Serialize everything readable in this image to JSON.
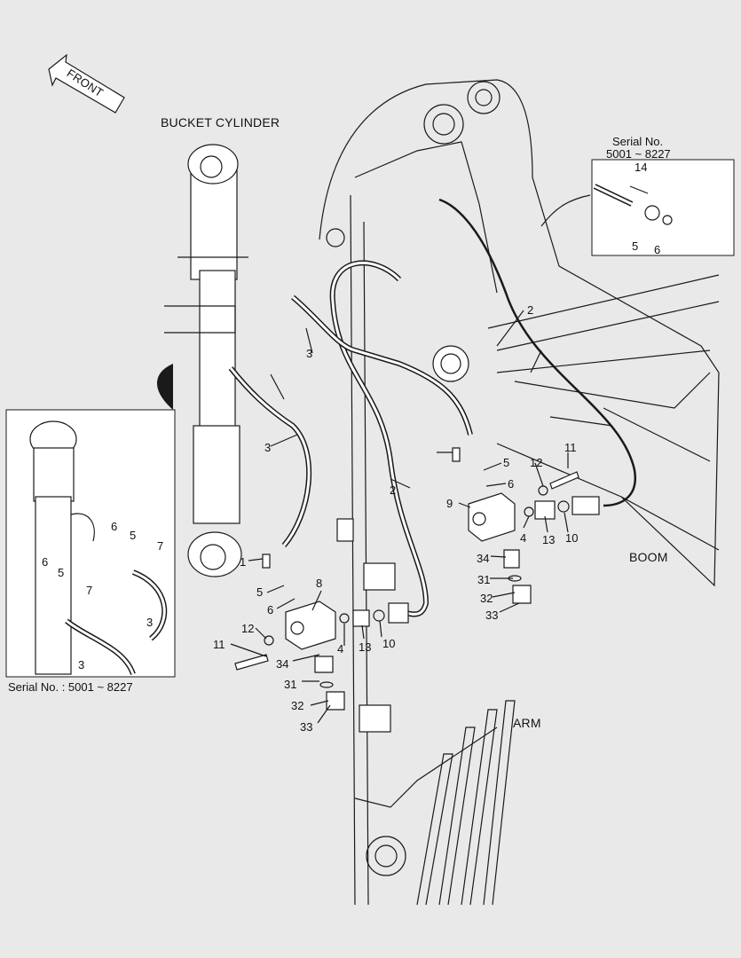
{
  "labels": {
    "front": "FRONT",
    "bucket_cylinder": "BUCKET CYLINDER",
    "boom": "BOOM",
    "arm": "ARM",
    "serial_inset_title": "Serial No.",
    "serial_inset_range": "5001 ~ 8227",
    "serial_left_inset": "Serial No. : 5001 ~ 8227"
  },
  "callouts": {
    "main": [
      "1",
      "2",
      "2",
      "3",
      "3",
      "4",
      "4",
      "5",
      "5",
      "6",
      "6",
      "8",
      "9",
      "10",
      "10",
      "11",
      "11",
      "12",
      "12",
      "13",
      "13",
      "31",
      "31",
      "32",
      "32",
      "33",
      "33",
      "34",
      "34"
    ],
    "left_inset": [
      "6",
      "5",
      "7",
      "6",
      "5",
      "7",
      "3",
      "3"
    ],
    "right_inset": [
      "14",
      "5",
      "6"
    ]
  },
  "colors": {
    "background": "#e9e9e9",
    "inset": "#ffffff",
    "line": "#1a1a1a"
  }
}
